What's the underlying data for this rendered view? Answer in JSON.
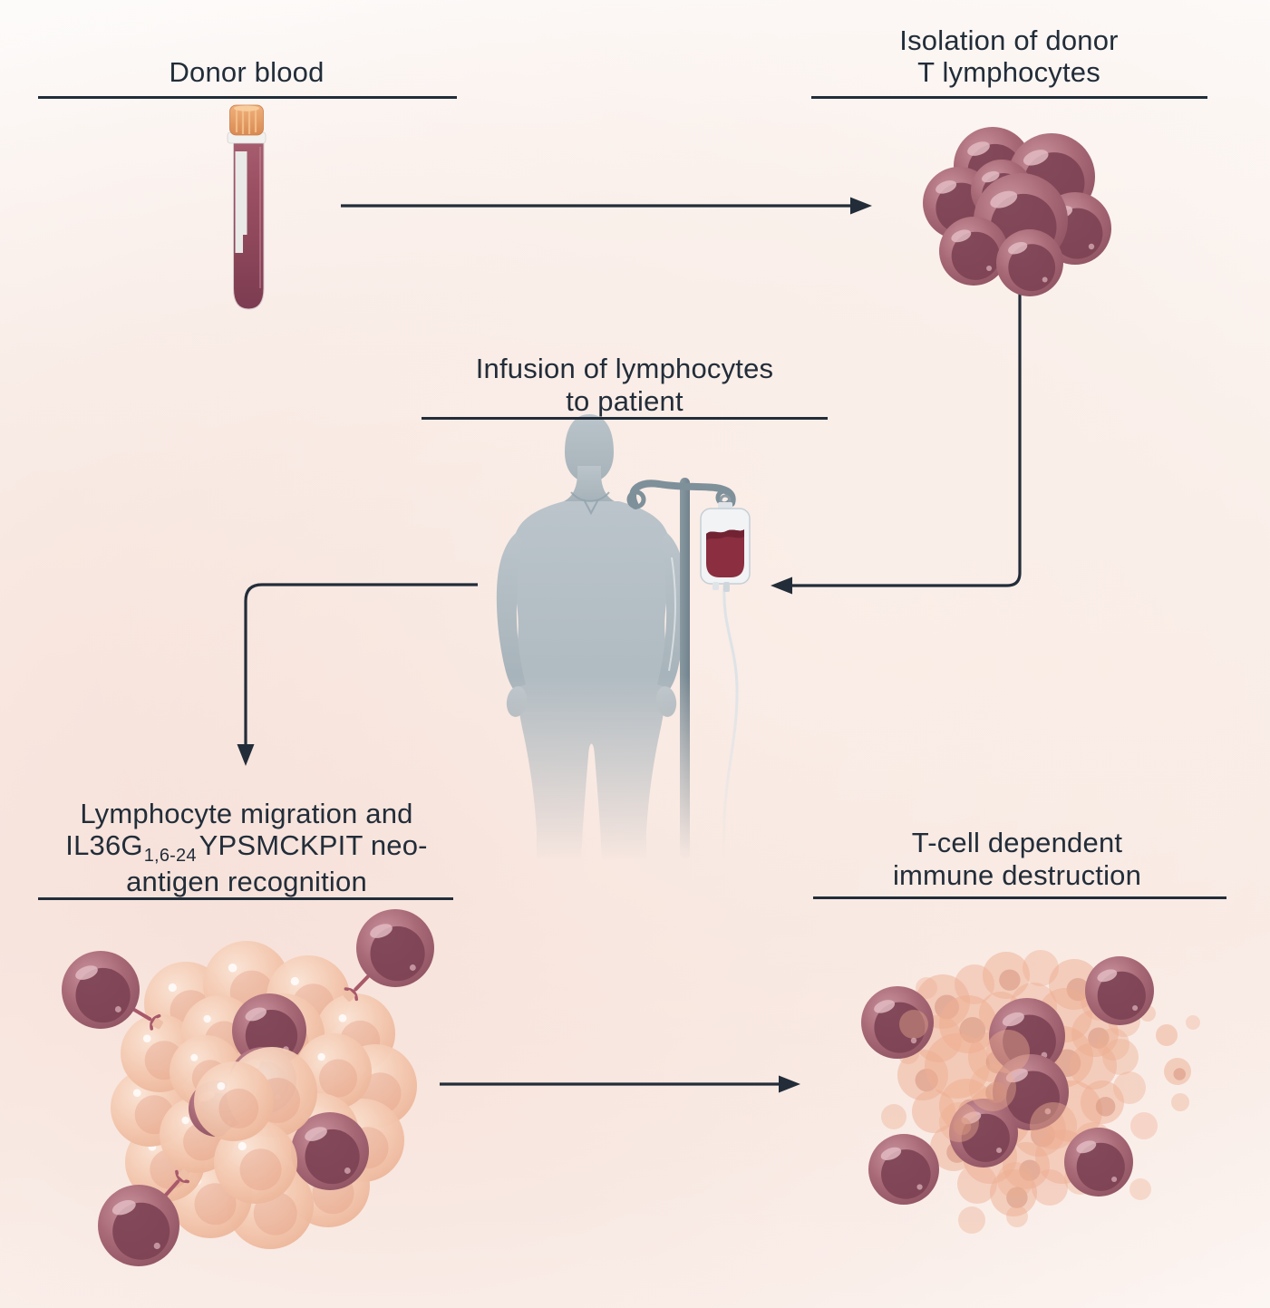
{
  "diagram": {
    "type": "medical-process-flow",
    "subject": "Donor lymphocyte infusion and T-cell mediated tumor destruction"
  },
  "stages": {
    "donor_blood": {
      "label": "Donor blood",
      "illustration": "blood-collection-tube"
    },
    "isolation": {
      "line1": "Isolation of donor",
      "line2": "T lymphocytes",
      "illustration": "t-lymphocyte-cell-cluster"
    },
    "infusion": {
      "line1": "Infusion of lymphocytes",
      "line2": "to patient",
      "illustration": "patient-with-iv-infusion-bag"
    },
    "recognition": {
      "line1": "Lymphocyte migration and",
      "line2_prefix": "IL36G",
      "line2_subscript": "1,6-24",
      "line2_suffix": "YPSMCKPIT neo-",
      "line3": "antigen recognition",
      "illustration": "t-cells-binding-tumor-cluster"
    },
    "destruction": {
      "line1": "T-cell dependent",
      "line2": "immune destruction",
      "illustration": "lysed-tumor-debris-with-t-cells"
    }
  },
  "flow": [
    {
      "from": "donor_blood",
      "to": "isolation"
    },
    {
      "from": "isolation",
      "to": "infusion"
    },
    {
      "from": "infusion",
      "to": "recognition"
    },
    {
      "from": "recognition",
      "to": "destruction"
    }
  ],
  "colors": {
    "background_pink": "#f8e8e1",
    "background_white": "#fdfbfa",
    "text": "#222d39",
    "line": "#222d39",
    "lymphocyte_body": "#a26370",
    "lymphocyte_core": "#7d4355",
    "lymphocyte_highlight": "#e2bac1",
    "tumor_cell": "#f3c6ad",
    "tumor_cell_core": "#e3a186",
    "tumor_cell_light": "#fae3d4",
    "receptor": "#a8596a",
    "patient_body": "#b7c2c8",
    "iv_pole": "#7e909a",
    "bag_plastic": "#f1f3f5",
    "blood": "#8b2e3f",
    "tube_glass": "#8f4659",
    "tube_cap_orange": "#e69d66",
    "tube_label_white": "#e9e9e7"
  }
}
